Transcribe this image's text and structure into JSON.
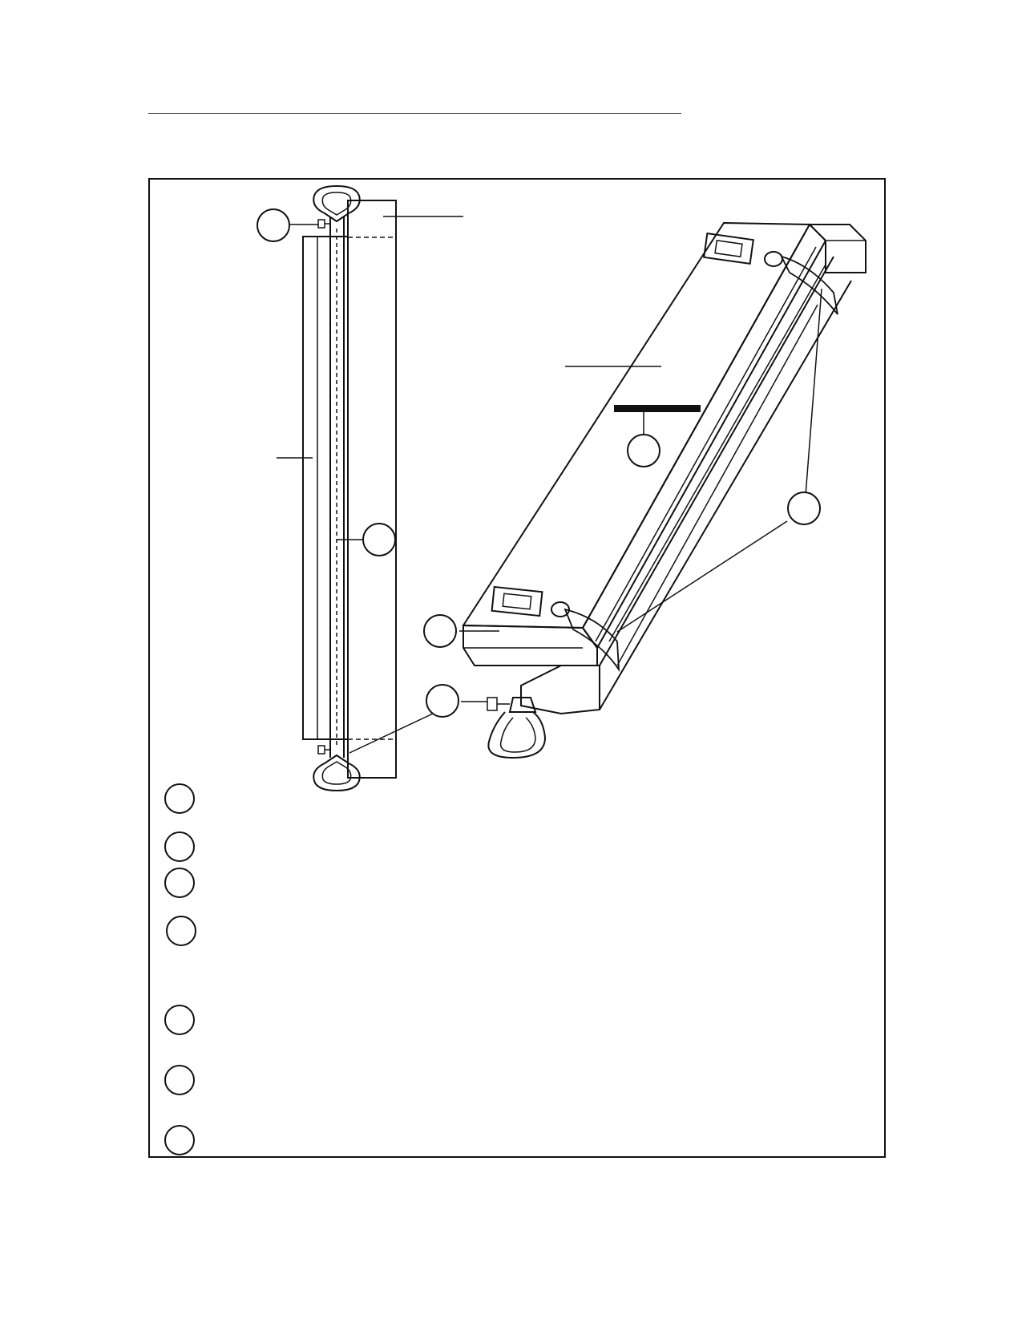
{
  "header": {
    "title": ""
  },
  "figure": {
    "caption": "",
    "callouts": [
      {
        "id": "c1",
        "label": ""
      },
      {
        "id": "c2",
        "label": ""
      },
      {
        "id": "c3",
        "label": ""
      },
      {
        "id": "c4",
        "label": ""
      },
      {
        "id": "c5",
        "label": ""
      },
      {
        "id": "c6",
        "label": ""
      },
      {
        "id": "c7",
        "label": ""
      }
    ],
    "legend": [
      {
        "number": "",
        "text": ""
      },
      {
        "number": "",
        "text": ""
      },
      {
        "number": "",
        "text": ""
      },
      {
        "number": "",
        "text": ""
      },
      {
        "number": "",
        "text": ""
      },
      {
        "number": "",
        "text": ""
      },
      {
        "number": "",
        "text": ""
      }
    ]
  },
  "colors": {
    "ink": "#111111",
    "rule": "#555555",
    "paper": "#ffffff"
  }
}
